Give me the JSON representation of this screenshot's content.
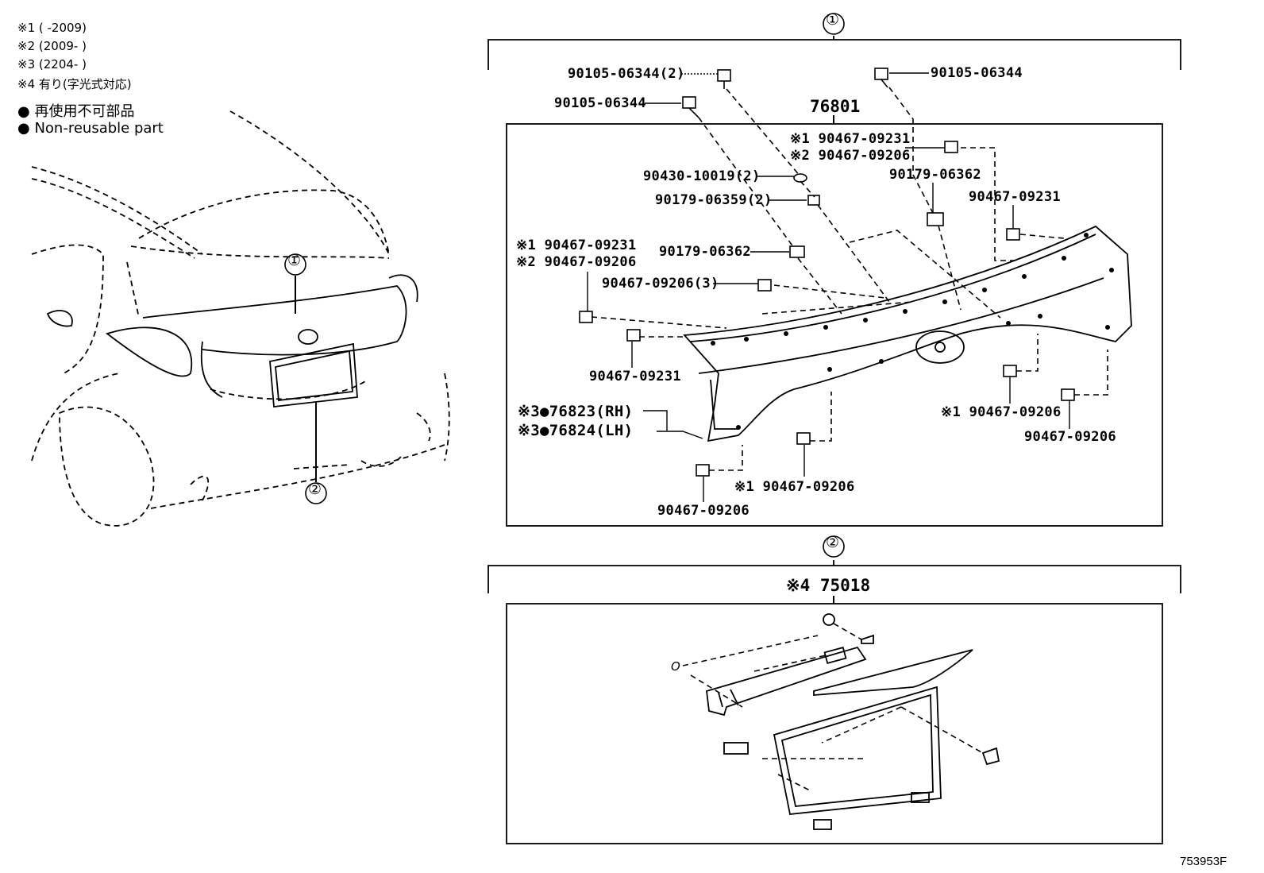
{
  "notes": {
    "n1": "※1 (       -2009)",
    "n2": "※2 (2009-       )",
    "n3": "※3 (2204-       )",
    "n4": "※4 有り(字光式対応)"
  },
  "legend": {
    "jp": "再使用不可部品",
    "en": "Non-reusable part"
  },
  "callouts": {
    "c1": "①",
    "c2": "②"
  },
  "section1": {
    "main_part": "76801",
    "labels": {
      "a": "90105-06344(2)",
      "b": "90105-06344",
      "c": "90105-06344",
      "d1": "※1 90467-09231",
      "d2": "※2 90467-09206",
      "e": "90430-10019(2)",
      "f": "90179-06359(2)",
      "g": "90179-06362",
      "h": "90467-09231",
      "i": "90179-06362",
      "j1": "※1 90467-09231",
      "j2": "※2 90467-09206",
      "k": "90467-09206(3)",
      "l": "90467-09231",
      "m1": "※3●76823(RH)",
      "m2": "※3●76824(LH)",
      "n": "※1 90467-09206",
      "o": "90467-09206",
      "p": "※1 90467-09206",
      "q": "90467-09206"
    }
  },
  "section2": {
    "main_part": "※4 75018",
    "o_mark": "O"
  },
  "figure_id": "753953F"
}
